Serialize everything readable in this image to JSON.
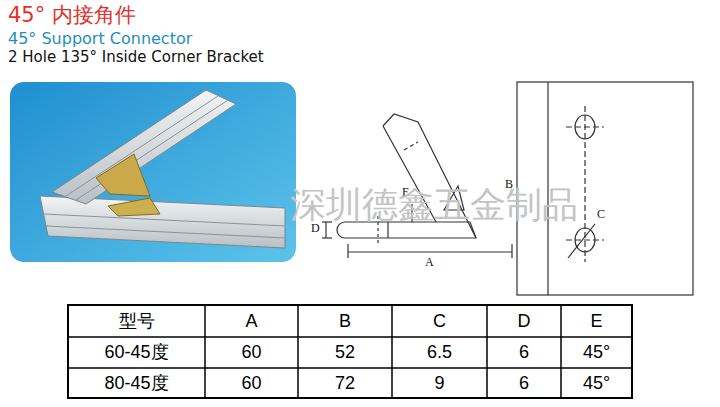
{
  "diagram": {
    "title": "45° 内接角件",
    "labels": [
      "45° Support Connector",
      "2 Hole 135° Inside Corner Bracket",
      "D",
      "E",
      "A",
      "B",
      "C",
      "深圳德鑫五金制品",
      "型号",
      "A",
      "B",
      "C",
      "D",
      "E",
      "60-45度",
      "60",
      "52",
      "6.5",
      "6",
      "45°",
      "80-45度",
      "60",
      "72",
      "9",
      "6",
      "45°"
    ]
  }
}
